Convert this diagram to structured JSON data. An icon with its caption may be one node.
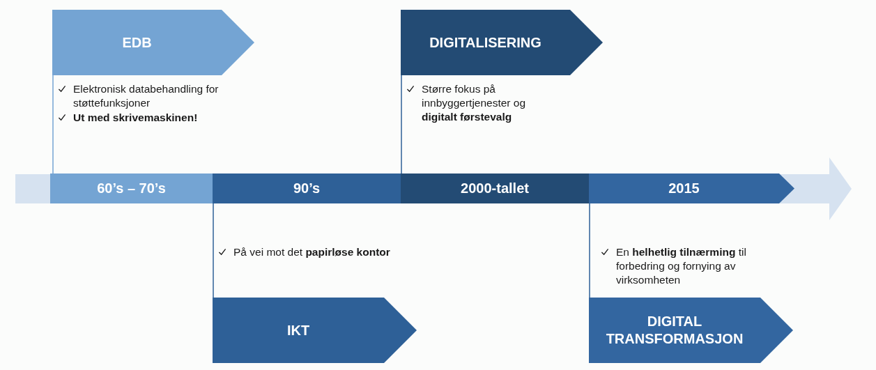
{
  "diagram": {
    "nodes": [
      {
        "text": [
          "EDB"
        ],
        "beside": [
          "Elektronisk databehandling for støttefunksjoner",
          "**Ut med skrivemaskinen!**"
        ]
      },
      {
        "text": [
          "DIGITALISERING"
        ],
        "beside": [
          "Større fokus på innbyggertjenester og **digitalt førstevalg**"
        ]
      },
      {
        "text": [
          "60’s – 70’s"
        ]
      },
      {
        "text": [
          "90’s"
        ]
      },
      {
        "text": [
          "2000-tallet"
        ]
      },
      {
        "text": [
          "2015"
        ]
      },
      {
        "text": [
          "IKT"
        ],
        "beside": [
          "På vei mot det **papirløse kontor**"
        ]
      },
      {
        "text": [
          "DIGITAL TRANSFORMASJON"
        ],
        "beside": [
          "En **helhetlig tilnærming** til forbedring og fornying av virksomheten"
        ]
      }
    ],
    "edges": [
      {
        "from": 0,
        "to": 2,
        "arrow": "none",
        "color": "#74a4d3"
      },
      {
        "from": 1,
        "to": 4,
        "arrow": "none"
      },
      {
        "from": 6,
        "to": 3,
        "arrow": "none"
      },
      {
        "from": 7,
        "to": 5,
        "arrow": "none"
      }
    ]
  }
}
